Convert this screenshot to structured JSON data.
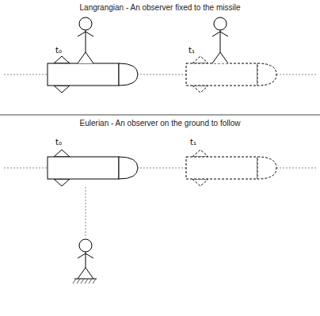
{
  "diagram": {
    "labels": [
      "Langrangian - An observer fixed to the missile",
      "t₀",
      "t₁",
      "Eulerian - An observer on the ground to follow",
      "t₀",
      "t₁"
    ]
  }
}
